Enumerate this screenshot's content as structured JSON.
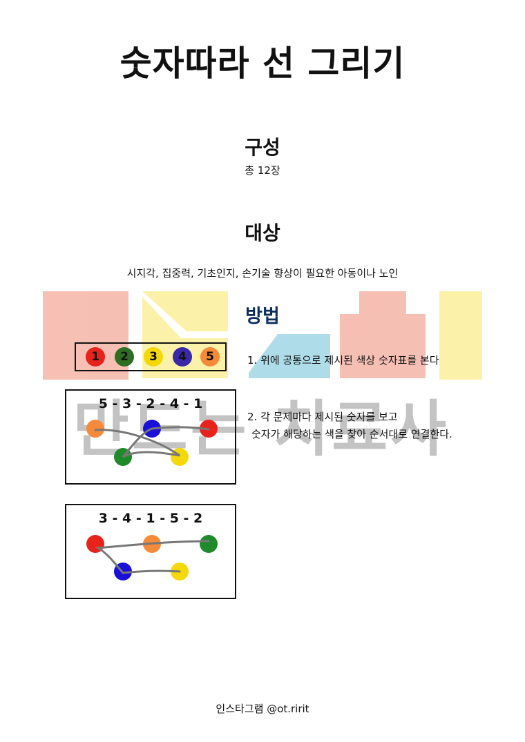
{
  "title": "숫자따라 선 그리기",
  "composition": {
    "heading": "구성",
    "text": "총 12장"
  },
  "target": {
    "heading": "대상",
    "text": "시지각, 집중력, 기초인지, 손기술 향상이 필요한 아동이나 노인"
  },
  "method": {
    "heading": "방법",
    "step1": "1. 위에 공통으로 제시된 색상 숫자표를 본다",
    "step2_line1": "2. 각 문제마다 제시된 숫자를 보고",
    "step2_line2": "숫자가 해당하는 색을 찾아 순서대로 연결한다."
  },
  "legend": [
    {
      "num": "1",
      "color": "#e8231c"
    },
    {
      "num": "2",
      "color": "#2e6e22"
    },
    {
      "num": "3",
      "color": "#f5d80a"
    },
    {
      "num": "4",
      "color": "#3a28a8"
    },
    {
      "num": "5",
      "color": "#f58a3a"
    }
  ],
  "example1": {
    "sequence": "5 - 3 - 2 - 4 - 1"
  },
  "example2": {
    "sequence": "3 - 4 - 1 - 5 - 2"
  },
  "footer": "인스타그램 @ot.ririt",
  "watermark": {
    "text": "만드는 치료사"
  }
}
